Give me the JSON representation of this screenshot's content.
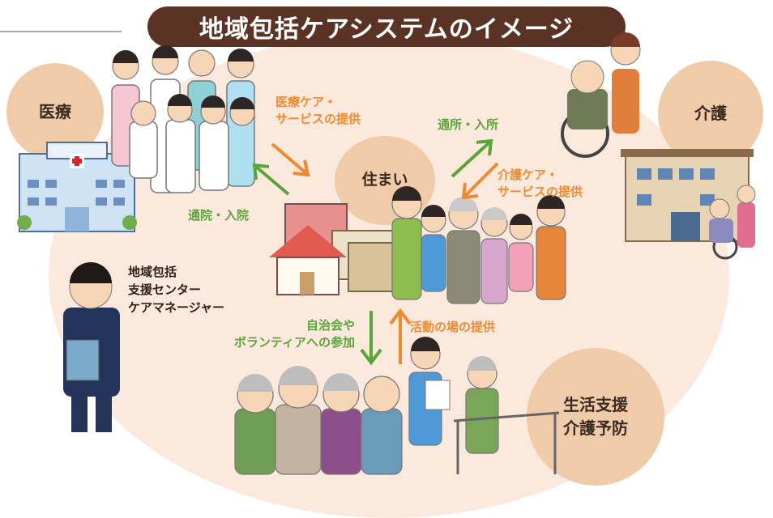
{
  "header_fragment": "",
  "title": "地域包括ケアシステムのイメージ",
  "nodes": {
    "medical": "医療",
    "care": "介護",
    "housing": "住まい",
    "support": "生活支援\n介護予防"
  },
  "flows": {
    "medical_service": "医療ケア・\nサービスの提供",
    "hospital_visit": "通院・入院",
    "day_service": "通所・入所",
    "care_service": "介護ケア・\nサービスの提供",
    "community_participation": "自治会や\nボランティアへの参加",
    "activity_place": "活動の場の提供"
  },
  "center_label": "地域包括\n支援センター\nケアマネージャー",
  "colors": {
    "banner": "#5a3324",
    "circle": "#efcba9",
    "background": "#fbe9dd",
    "orange": "#ee8a2f",
    "green": "#5aa53a"
  }
}
